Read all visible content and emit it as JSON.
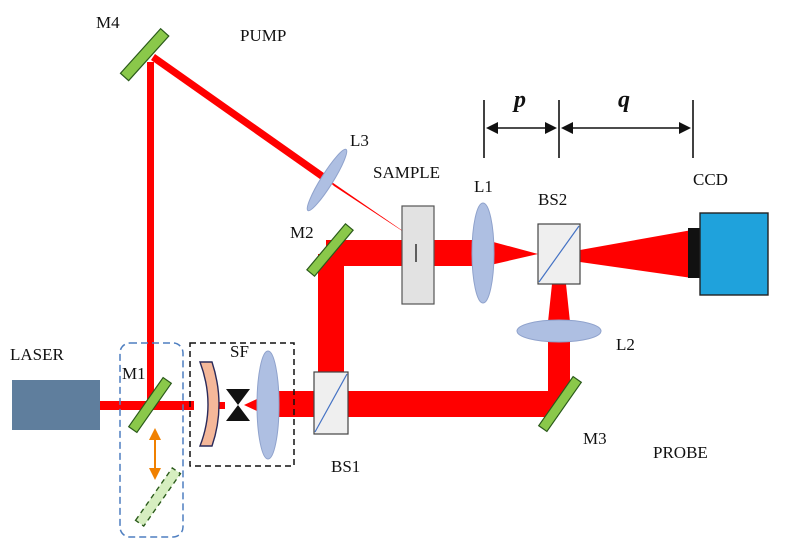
{
  "labels": {
    "m4": "M4",
    "pump": "PUMP",
    "l3": "L3",
    "sample": "SAMPLE",
    "l1": "L1",
    "bs2": "BS2",
    "ccd": "CCD",
    "m2": "M2",
    "p": "p",
    "q": "q",
    "laser": "LASER",
    "m1": "M1",
    "sf": "SF",
    "l2": "L2",
    "m3": "M3",
    "bs1": "BS1",
    "probe": "PROBE"
  },
  "colors": {
    "beam": "#ff0000",
    "mirror": "#8ac84a",
    "lens": "#aebfe2",
    "laser_box": "#5f7e9d",
    "ccd_body": "#1fa2dc",
    "arrow_orange": "#f08000",
    "dashed_blue": "#4f7fc0",
    "plate_orange": "#f5b89a"
  }
}
